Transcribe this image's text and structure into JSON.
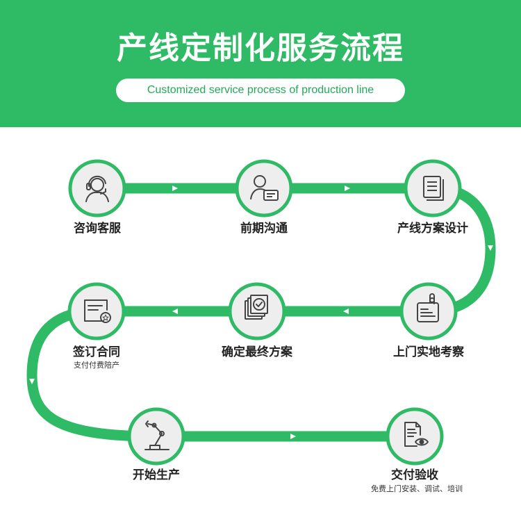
{
  "header": {
    "title": "产线定制化服务流程",
    "subtitle": "Customized service process of production line"
  },
  "colors": {
    "brand_green": "#2fba65",
    "track_green": "#2fba65",
    "node_fill": "#eeeeee",
    "icon_dark": "#444444"
  },
  "steps": [
    {
      "label": "咨询客服",
      "sublabel": "",
      "icon": "customer-service-icon"
    },
    {
      "label": "前期沟通",
      "sublabel": "",
      "icon": "communication-icon"
    },
    {
      "label": "产线方案设计",
      "sublabel": "",
      "icon": "document-design-icon"
    },
    {
      "label": "上门实地考察",
      "sublabel": "",
      "icon": "clipboard-inspection-icon"
    },
    {
      "label": "确定最终方案",
      "sublabel": "",
      "icon": "confirm-plan-icon"
    },
    {
      "label": "签订合同",
      "sublabel": "支付付费陪产",
      "icon": "contract-icon"
    },
    {
      "label": "开始生产",
      "sublabel": "",
      "icon": "robot-arm-icon"
    },
    {
      "label": "交付验收",
      "sublabel": "免费上门安装、调试、培训",
      "icon": "delivery-inspection-icon"
    }
  ]
}
